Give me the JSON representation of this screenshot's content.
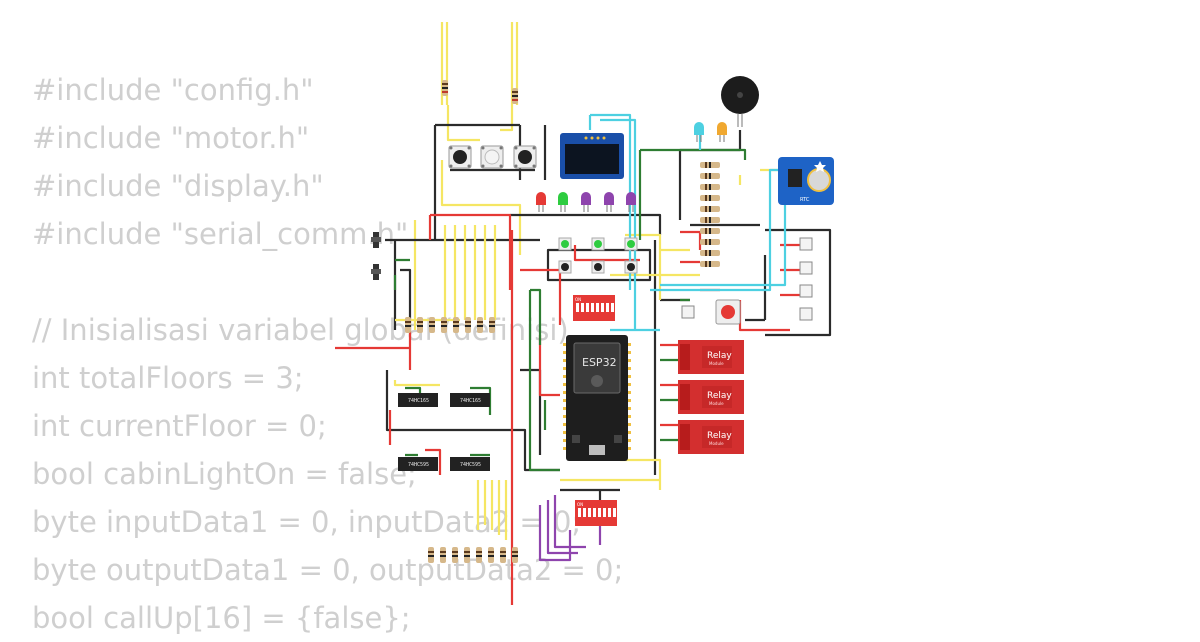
{
  "code_lines": [
    "#include \"config.h\"",
    "#include \"motor.h\"",
    "#include \"display.h\"",
    "#include \"serial_comm.h\"",
    "",
    "// Inisialisasi variabel global (definisi)",
    "int totalFloors = 3;",
    "int currentFloor = 0;",
    "bool cabinLightOn = false;",
    "byte inputData1 = 0, inputData2 = 0;",
    "byte outputData1 = 0, outputData2 = 0;",
    "bool callUp[16] = {false};"
  ],
  "mcu": {
    "label": "ESP32"
  },
  "relays": [
    {
      "label": "Relay",
      "sub": "Module"
    },
    {
      "label": "Relay",
      "sub": "Module"
    },
    {
      "label": "Relay",
      "sub": "Module"
    }
  ],
  "shift_registers": [
    {
      "label": "74HC165"
    },
    {
      "label": "74HC165"
    },
    {
      "label": "74HC595"
    },
    {
      "label": "74HC595"
    }
  ],
  "rtc": {
    "label": "RTC"
  },
  "dip_switches": [
    {
      "label": "ON"
    },
    {
      "label": "ON"
    }
  ],
  "colors": {
    "wire_red": "#e53935",
    "wire_yellow": "#f5e663",
    "wire_black": "#2b2b2b",
    "wire_green": "#2e7d32",
    "wire_cyan": "#4dd0e1",
    "wire_purple": "#8e44ad",
    "relay_board": "#d32f2f",
    "rtc_board": "#1e63c6"
  }
}
